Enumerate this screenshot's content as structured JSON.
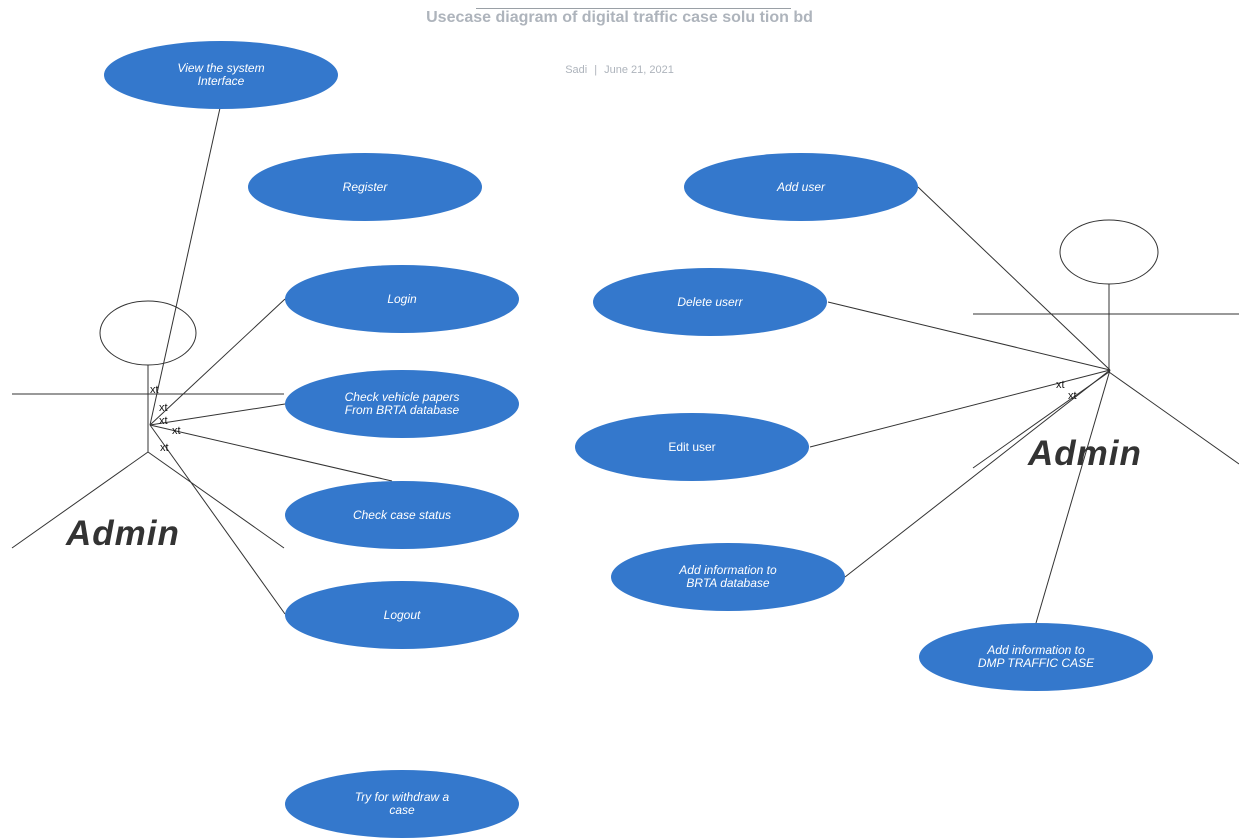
{
  "diagram": {
    "title": "Usecase diagram of digital traffic case solu tion bd",
    "author": "Sadi",
    "separator": "|",
    "date": "June 21, 2021"
  },
  "actors": [
    {
      "id": "left",
      "label": "Admin"
    },
    {
      "id": "right",
      "label": "Admin"
    }
  ],
  "use_cases": {
    "view_interface": "View the system\nInterface",
    "register": "Register",
    "login": "Login",
    "check_papers": "Check vehicle papers\nFrom BRTA database",
    "check_status": "Check case status",
    "logout": "Logout",
    "withdraw": "Try for withdraw a\ncase",
    "add_user": "Add user",
    "delete_user": "Delete userr",
    "edit_user": "Edit user",
    "add_brta": "Add information to\nBRTA database",
    "add_dmp": "Add information to\nDMP TRAFFIC CASE"
  },
  "connector_labels": [
    "xt",
    "xt",
    "xt",
    "xt",
    "xt",
    "xt",
    "xt"
  ],
  "colors": {
    "use_case_fill": "#3478cc",
    "use_case_text": "#ffffff",
    "line": "#333333",
    "title": "#aeb4bc"
  }
}
